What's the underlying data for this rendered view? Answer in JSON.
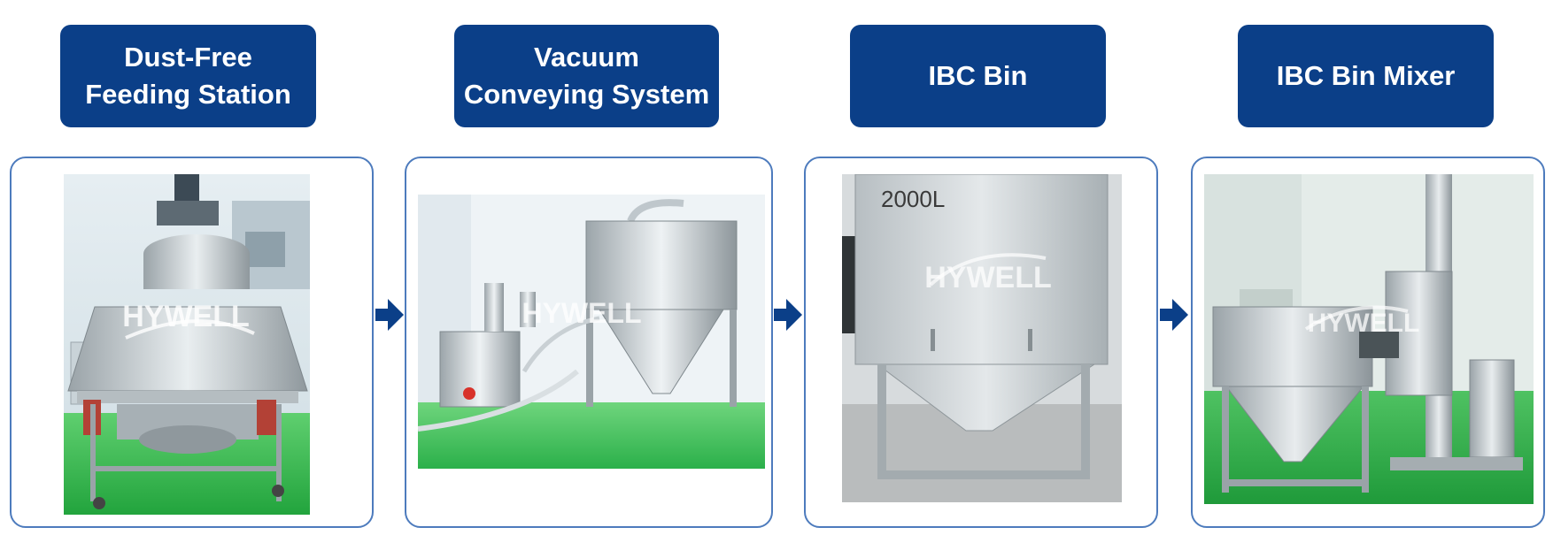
{
  "steps": [
    {
      "title_lines": [
        "Dust-Free",
        "Feeding Station"
      ]
    },
    {
      "title_lines": [
        "Vacuum",
        "Conveying System"
      ]
    },
    {
      "title_lines": [
        "IBC Bin"
      ]
    },
    {
      "title_lines": [
        "IBC Bin Mixer"
      ]
    }
  ],
  "watermark": "HYWELL",
  "bin_label": "2000L",
  "colors": {
    "title_bg": "#0b3f88",
    "card_border": "#4d7bbd",
    "arrow": "#0b3f88",
    "floor_green": "#2fb34d"
  },
  "icons": [
    "arrow-right-icon"
  ]
}
